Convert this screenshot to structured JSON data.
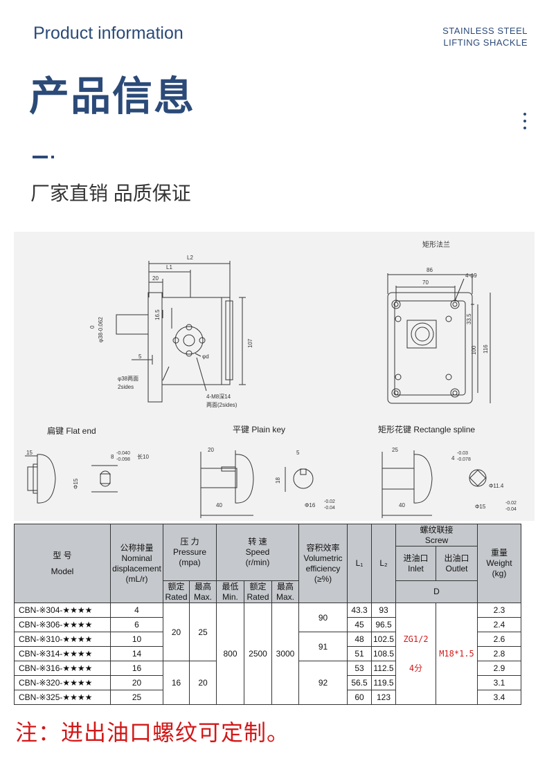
{
  "header": {
    "title_en": "Product information",
    "brand_line1": "STAINLESS STEEL",
    "brand_line2": "LIFTING SHACKLE",
    "title_zh": "产品信息",
    "tagline": "厂家直销 品质保证"
  },
  "drawing": {
    "flange_title": "矩形法兰",
    "dims": {
      "L2": "L2",
      "L1": "L1",
      "d20": "20",
      "d16_5": "16.5",
      "d5": "5",
      "d107": "107",
      "phi38": "0",
      "phi38b": "φ38-0.062",
      "phi_d": "φd",
      "note_sides1": "φ38两面",
      "note_sides2": "2sides",
      "note_m8a": "4-M8深14",
      "note_m8b": "两面(2sides)",
      "d86": "86",
      "d70": "70",
      "d4phi9": "4-φ9",
      "d33_5": "33.5",
      "d100": "100",
      "d116": "116",
      "flat_15": "15",
      "flat_tol1": "8",
      "flat_tol_a": "-0.040",
      "flat_tol_b": "-0.098",
      "flat_len": "长10",
      "flat_phi15": "Φ15",
      "plain_20": "20",
      "plain_40": "40",
      "plain_5": "5",
      "plain_18": "18",
      "plain_phi16": "Φ16",
      "plain_tol_a": "-0.02",
      "plain_tol_b": "-0.04",
      "rect_25": "25",
      "rect_40": "40",
      "rect_4": "4",
      "rect_tol_a": "-0.03",
      "rect_tol_b": "-0.078",
      "rect_phi11": "Φ11.4",
      "rect_phi15": "Φ15",
      "rect_tol_c": "-0.02",
      "rect_tol_d": "-0.04"
    },
    "labels": {
      "flat": "扁键   Flat  end",
      "plain": "平键   Plain key",
      "rect": "矩形花键    Rectangle spline"
    }
  },
  "table": {
    "h_model_zh": "型      号",
    "h_model_en": "Model",
    "h_disp_zh": "公称排量",
    "h_disp_en1": "Nominal",
    "h_disp_en2": "displacement",
    "h_disp_unit": "(mL/r)",
    "h_press_zh": "压  力",
    "h_press_en": "Pressure",
    "h_press_unit": "(mpa)",
    "h_speed_zh": "转  速",
    "h_speed_en": "Speed",
    "h_speed_unit": "(r/min)",
    "h_eff_zh": "容积效率",
    "h_eff_en1": "Volumetric",
    "h_eff_en2": "efficiency",
    "h_eff_unit": "(≥%)",
    "h_l1": "L₁",
    "h_l2": "L₂",
    "h_screw_zh": "螺纹联接",
    "h_screw_en": "Screw",
    "h_inlet_zh": "进油口",
    "h_inlet_en": "Inlet",
    "h_outlet_zh": "出油口",
    "h_outlet_en": "Outlet",
    "h_d": "D",
    "h_weight_zh": "重量",
    "h_weight_en": "Weight",
    "h_weight_unit": "(kg)",
    "h_rated_zh": "额定",
    "h_rated_en": "Rated",
    "h_max_zh": "最高",
    "h_max_en": "Max.",
    "h_min_zh": "最低",
    "h_min_en": "Min.",
    "rows": [
      {
        "model": "CBN-※304-★★★★",
        "disp": "4",
        "l1": "43.3",
        "l2": "93",
        "weight": "2.3"
      },
      {
        "model": "CBN-※306-★★★★",
        "disp": "6",
        "l1": "45",
        "l2": "96.5",
        "weight": "2.4"
      },
      {
        "model": "CBN-※310-★★★★",
        "disp": "10",
        "l1": "48",
        "l2": "102.5",
        "weight": "2.6"
      },
      {
        "model": "CBN-※314-★★★★",
        "disp": "14",
        "l1": "51",
        "l2": "108.5",
        "weight": "2.8"
      },
      {
        "model": "CBN-※316-★★★★",
        "disp": "16",
        "l1": "53",
        "l2": "112.5",
        "weight": "2.9"
      },
      {
        "model": "CBN-※320-★★★★",
        "disp": "20",
        "l1": "56.5",
        "l2": "119.5",
        "weight": "3.1"
      },
      {
        "model": "CBN-※325-★★★★",
        "disp": "25",
        "l1": "60",
        "l2": "123",
        "weight": "3.4"
      }
    ],
    "merged": {
      "rated_a": "20",
      "max_a": "25",
      "rated_b": "16",
      "max_b": "20",
      "speed_min": "800",
      "speed_rated": "2500",
      "speed_max": "3000",
      "eff_a": "90",
      "eff_b": "91",
      "eff_c": "92",
      "inlet": "ZG1/2",
      "inlet_note": "4分",
      "outlet": "M18*1.5"
    }
  },
  "note": "注：进出油口螺纹可定制。",
  "colors": {
    "accent": "#2b4a78",
    "note": "#d21818",
    "header_bg": "#c5c8cc"
  }
}
